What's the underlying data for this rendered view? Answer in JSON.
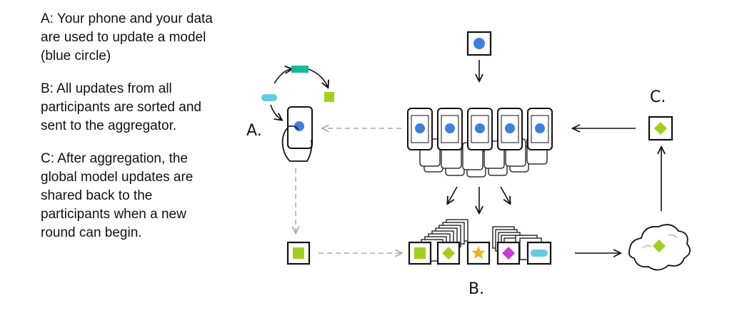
{
  "explanation": {
    "a": "A: Your phone and your data are used to update a model (blue circle)",
    "b": "B: All updates from all participants are sorted and sent to the aggregator.",
    "c": "C: After aggregation, the global model updates are shared back to the participants when a new round can begin."
  },
  "diagram": {
    "label_a": "A.",
    "label_b": "B.",
    "label_c": "C."
  },
  "colors": {
    "model_blue": "#3f7fe0",
    "update_green": "#9fd11c",
    "teal_bar": "#19b79c",
    "light_blue": "#63c9e3",
    "star_gold": "#f0b21b",
    "magenta": "#c83bd8",
    "arrow_gray": "#bdbdbd",
    "ink": "#111111"
  },
  "icons": [
    "phone-icon",
    "hand-icon",
    "model-circle-icon",
    "square-update-icon",
    "diamond-update-icon",
    "star-update-icon",
    "pill-update-icon",
    "cloud-icon",
    "arrow-icon"
  ]
}
